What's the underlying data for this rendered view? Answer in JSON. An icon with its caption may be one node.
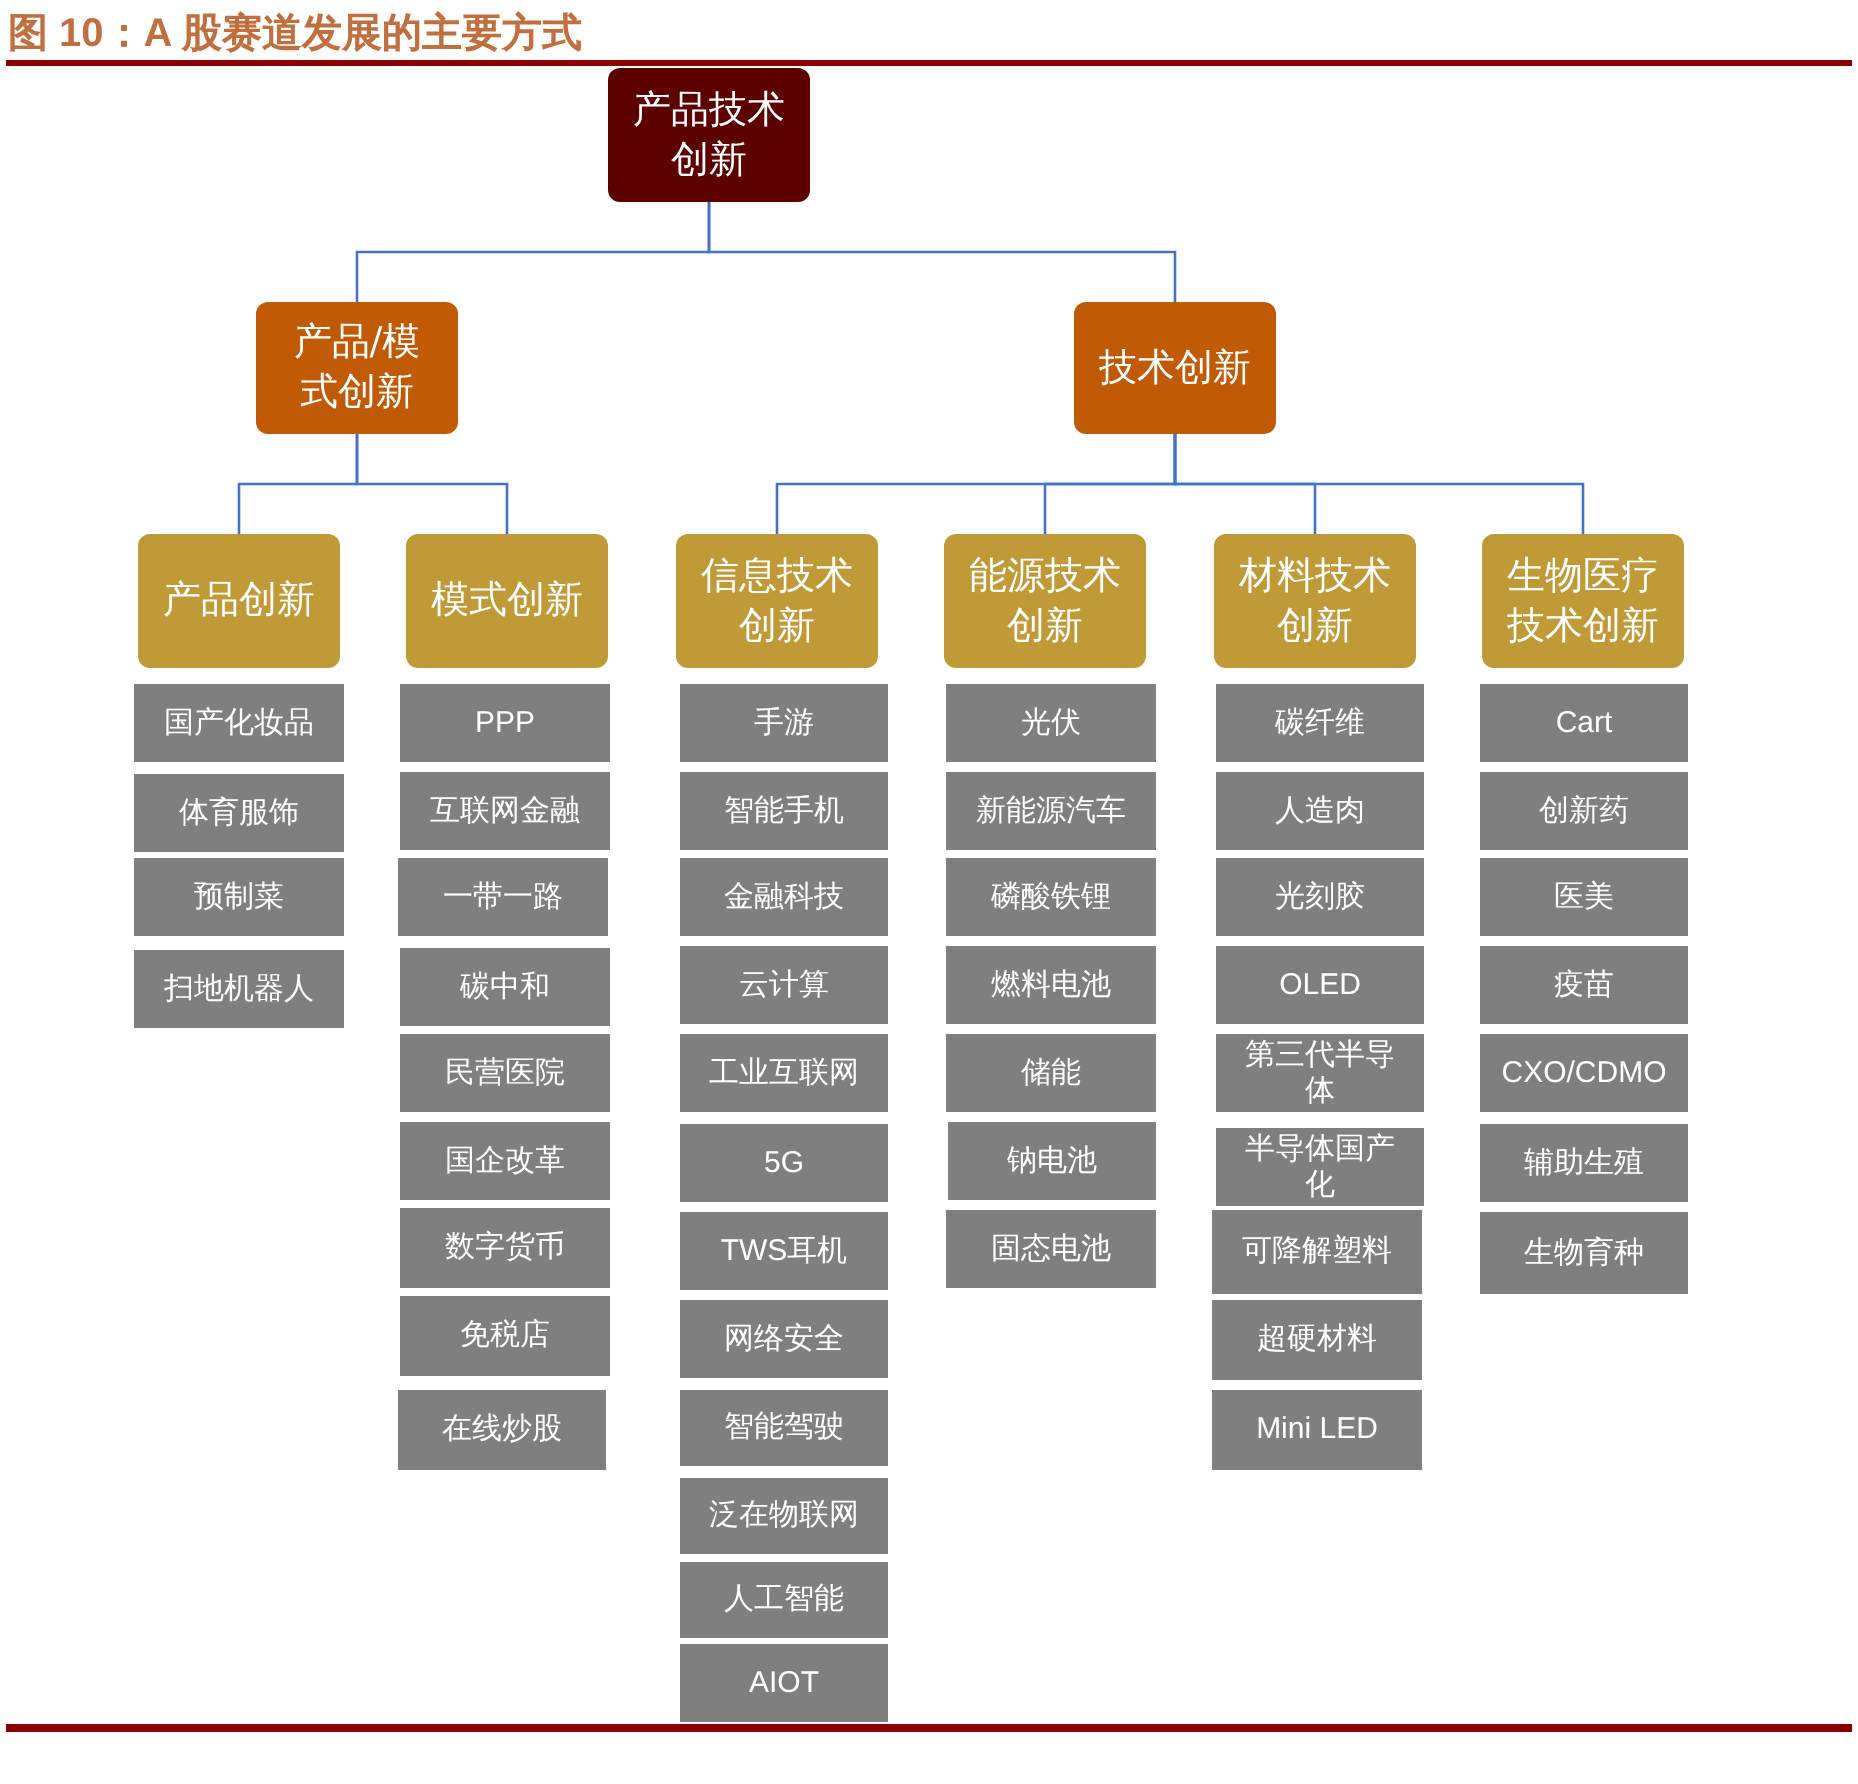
{
  "diagram": {
    "title": "图 10：A 股赛道发展的主要方式",
    "nodes": [
      {
        "text": [
          "产品技术创新"
        ]
      },
      {
        "text": [
          "产品/模式创新"
        ]
      },
      {
        "text": [
          "技术创新"
        ]
      },
      {
        "text": [
          "产品创新"
        ]
      },
      {
        "text": [
          "模式创新"
        ]
      },
      {
        "text": [
          "信息技术创新"
        ]
      },
      {
        "text": [
          "能源技术创新"
        ]
      },
      {
        "text": [
          "材料技术创新"
        ]
      },
      {
        "text": [
          "生物医疗技术创新"
        ]
      },
      {
        "text": [
          "国产化妆品"
        ]
      },
      {
        "text": [
          "体育服饰"
        ]
      },
      {
        "text": [
          "预制菜"
        ]
      },
      {
        "text": [
          "扫地机器人"
        ]
      },
      {
        "text": [
          "PPP"
        ]
      },
      {
        "text": [
          "互联网金融"
        ]
      },
      {
        "text": [
          "一带一路"
        ]
      },
      {
        "text": [
          "碳中和"
        ]
      },
      {
        "text": [
          "民营医院"
        ]
      },
      {
        "text": [
          "国企改革"
        ]
      },
      {
        "text": [
          "数字货币"
        ]
      },
      {
        "text": [
          "免税店"
        ]
      },
      {
        "text": [
          "在线炒股"
        ]
      },
      {
        "text": [
          "手游"
        ]
      },
      {
        "text": [
          "智能手机"
        ]
      },
      {
        "text": [
          "金融科技"
        ]
      },
      {
        "text": [
          "云计算"
        ]
      },
      {
        "text": [
          "工业互联网"
        ]
      },
      {
        "text": [
          "5G"
        ]
      },
      {
        "text": [
          "TWS耳机"
        ]
      },
      {
        "text": [
          "网络安全"
        ]
      },
      {
        "text": [
          "智能驾驶"
        ]
      },
      {
        "text": [
          "泛在物联网"
        ]
      },
      {
        "text": [
          "人工智能"
        ]
      },
      {
        "text": [
          "AIOT"
        ]
      },
      {
        "text": [
          "光伏"
        ]
      },
      {
        "text": [
          "新能源汽车"
        ]
      },
      {
        "text": [
          "磷酸铁锂"
        ]
      },
      {
        "text": [
          "燃料电池"
        ]
      },
      {
        "text": [
          "储能"
        ]
      },
      {
        "text": [
          "钠电池"
        ]
      },
      {
        "text": [
          "固态电池"
        ]
      },
      {
        "text": [
          "碳纤维"
        ]
      },
      {
        "text": [
          "人造肉"
        ]
      },
      {
        "text": [
          "光刻胶"
        ]
      },
      {
        "text": [
          "OLED"
        ]
      },
      {
        "text": [
          "第三代半导体"
        ]
      },
      {
        "text": [
          "半导体国产化"
        ]
      },
      {
        "text": [
          "可降解塑料"
        ]
      },
      {
        "text": [
          "超硬材料"
        ]
      },
      {
        "text": [
          "Mini LED"
        ]
      },
      {
        "text": [
          "Cart"
        ]
      },
      {
        "text": [
          "创新药"
        ]
      },
      {
        "text": [
          "医美"
        ]
      },
      {
        "text": [
          "疫苗"
        ]
      },
      {
        "text": [
          "CXO/CDMO"
        ]
      },
      {
        "text": [
          "辅助生殖"
        ]
      },
      {
        "text": [
          "生物育种"
        ]
      }
    ],
    "edges": [
      {
        "from": 0,
        "to": 1,
        "arrow": "none"
      },
      {
        "from": 0,
        "to": 2,
        "arrow": "none"
      },
      {
        "from": 1,
        "to": 3,
        "arrow": "none"
      },
      {
        "from": 1,
        "to": 4,
        "arrow": "none"
      },
      {
        "from": 2,
        "to": 5,
        "arrow": "none"
      },
      {
        "from": 2,
        "to": 6,
        "arrow": "none"
      },
      {
        "from": 2,
        "to": 7,
        "arrow": "none"
      },
      {
        "from": 2,
        "to": 8,
        "arrow": "none"
      }
    ]
  }
}
